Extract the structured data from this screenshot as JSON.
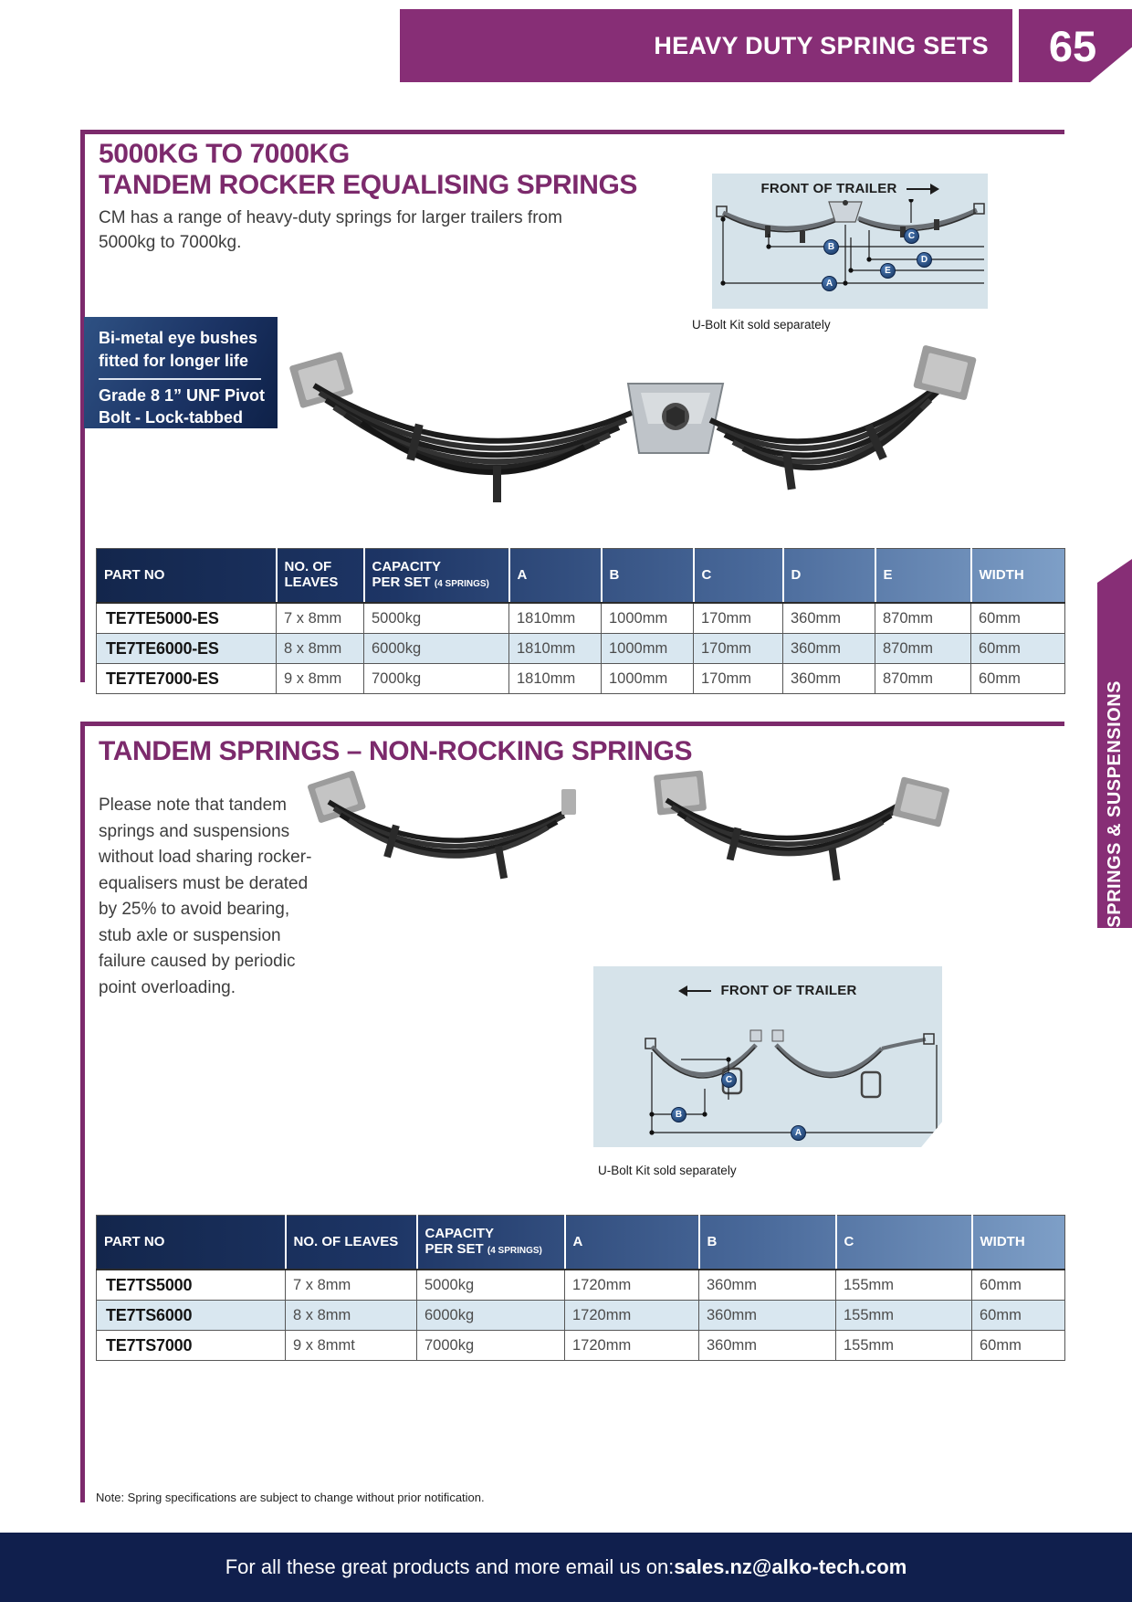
{
  "header": {
    "title": "HEAVY DUTY SPRING SETS",
    "page_number": "65"
  },
  "sidebar": {
    "label": "SPRINGS & SUSPENSIONS"
  },
  "section1": {
    "title_line1": "5000KG TO 7000KG",
    "title_line2": "TANDEM ROCKER EQUALISING SPRINGS",
    "intro": "CM has a range of heavy-duty springs for larger trailers from 5000kg to 7000kg.",
    "callout": {
      "line1": "Bi-metal eye bushes",
      "line2": "fitted for longer life",
      "line3": "Grade 8 1” UNF Pivot",
      "line4": "Bolt - Lock-tabbed"
    },
    "diagram": {
      "title": "FRONT OF TRAILER",
      "caption": "U-Bolt Kit sold separately",
      "labels": {
        "a": "A",
        "b": "B",
        "c": "C",
        "d": "D",
        "e": "E"
      }
    },
    "table": {
      "headers": [
        "PART NO",
        "NO. OF LEAVES",
        {
          "line1": "CAPACITY",
          "line2": "PER SET",
          "sub": "(4 SPRINGS)"
        },
        "A",
        "B",
        "C",
        "D",
        "E",
        "WIDTH"
      ],
      "rows": [
        [
          "TE7TE5000-ES",
          "7 x 8mm",
          "5000kg",
          "1810mm",
          "1000mm",
          "170mm",
          "360mm",
          "870mm",
          "60mm"
        ],
        [
          "TE7TE6000-ES",
          "8 x 8mm",
          "6000kg",
          "1810mm",
          "1000mm",
          "170mm",
          "360mm",
          "870mm",
          "60mm"
        ],
        [
          "TE7TE7000-ES",
          "9 x 8mm",
          "7000kg",
          "1810mm",
          "1000mm",
          "170mm",
          "360mm",
          "870mm",
          "60mm"
        ]
      ]
    }
  },
  "section2": {
    "title": "TANDEM SPRINGS – NON-ROCKING SPRINGS",
    "body": "Please note that tandem springs and suspensions without load sharing rocker-equalisers must be derated by 25% to avoid bearing, stub axle or suspension failure caused by periodic point overloading.",
    "diagram": {
      "title": "FRONT OF TRAILER",
      "caption": "U-Bolt Kit sold separately",
      "labels": {
        "a": "A",
        "b": "B",
        "c": "C"
      }
    },
    "table": {
      "headers": [
        "PART NO",
        "NO. OF LEAVES",
        {
          "line1": "CAPACITY",
          "line2": "PER SET",
          "sub": "(4 SPRINGS)"
        },
        "A",
        "B",
        "C",
        "WIDTH"
      ],
      "rows": [
        [
          "TE7TS5000",
          "7 x 8mm",
          "5000kg",
          "1720mm",
          "360mm",
          "155mm",
          "60mm"
        ],
        [
          "TE7TS6000",
          "8 x 8mm",
          "6000kg",
          "1720mm",
          "360mm",
          "155mm",
          "60mm"
        ],
        [
          "TE7TS7000",
          "9 x 8mmt",
          "7000kg",
          "1720mm",
          "360mm",
          "155mm",
          "60mm"
        ]
      ]
    }
  },
  "note": "Note: Spring specifications are subject to change without prior notification.",
  "footer": {
    "text": "For all these great products and more email us on: ",
    "email": "sales.nz@alko-tech.com"
  },
  "colors": {
    "purple": "#7c2a6c",
    "banner_purple": "#872e76",
    "navy": "#13264c",
    "steel_blue": "#7e9fc7",
    "diagram_bg": "#d6e3ea",
    "alt_row": "#d9e7f0",
    "footer_navy": "#101f4d"
  }
}
